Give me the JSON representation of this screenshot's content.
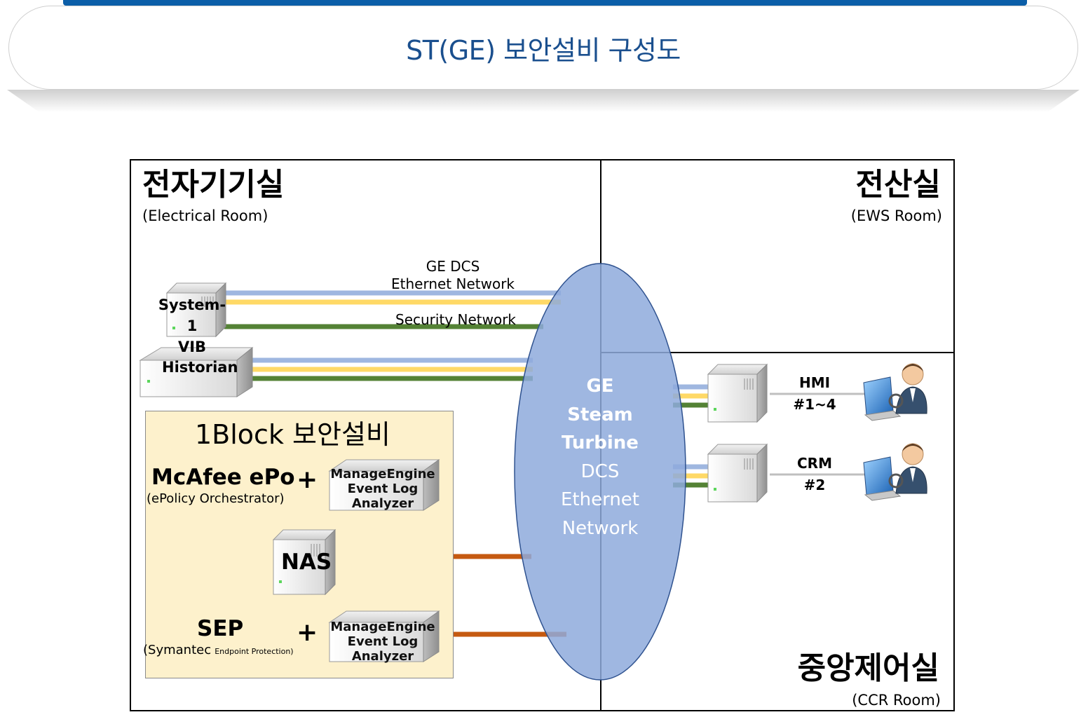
{
  "header": {
    "title": "ST(GE) 보안설비 구성도"
  },
  "rooms": {
    "electrical": {
      "title": "전자기기실",
      "subtitle": "(Electrical Room)"
    },
    "ews": {
      "title": "전산실",
      "subtitle": "(EWS Room)"
    },
    "ccr": {
      "title": "중앙제어실",
      "subtitle": "(CCR Room)"
    }
  },
  "networks": {
    "dcs_label_line1": "GE DCS",
    "dcs_label_line2": "Ethernet Network",
    "security_label": "Security Network",
    "ellipse": {
      "line1": "GE",
      "line2": "Steam",
      "line3": "Turbine",
      "line4": "DCS",
      "line5": "Ethernet",
      "line6": "Network"
    }
  },
  "devices": {
    "system1_line1": "System-1",
    "system1_line2": "VIB",
    "historian": "Historian",
    "nas": "NAS"
  },
  "security_block": {
    "title": "1Block 보안설비",
    "mcafee": {
      "name": "McAfee ePo",
      "full": "(ePolicy Orchestrator)"
    },
    "sep": {
      "name": "SEP",
      "full_main": "(Symantec",
      "full_small": "Endpoint Protection)"
    },
    "plus": "+",
    "manageengine_line1": "ManageEngine",
    "manageengine_line2": "Event Log Analyzer"
  },
  "terminals": {
    "hmi_line1": "HMI",
    "hmi_line2": "#1~4",
    "crm_line1": "CRM",
    "crm_line2": "#2"
  },
  "colors": {
    "title": "#1a4f8e",
    "top_bar": "#0b5ea8",
    "dcs_blue": "#9fb7e0",
    "dcs_yellow": "#ffd966",
    "security_green": "#548235",
    "nas_orange": "#c55a11",
    "ellipse_fill": "#8eaadc",
    "security_box": "#fdf1cc"
  }
}
